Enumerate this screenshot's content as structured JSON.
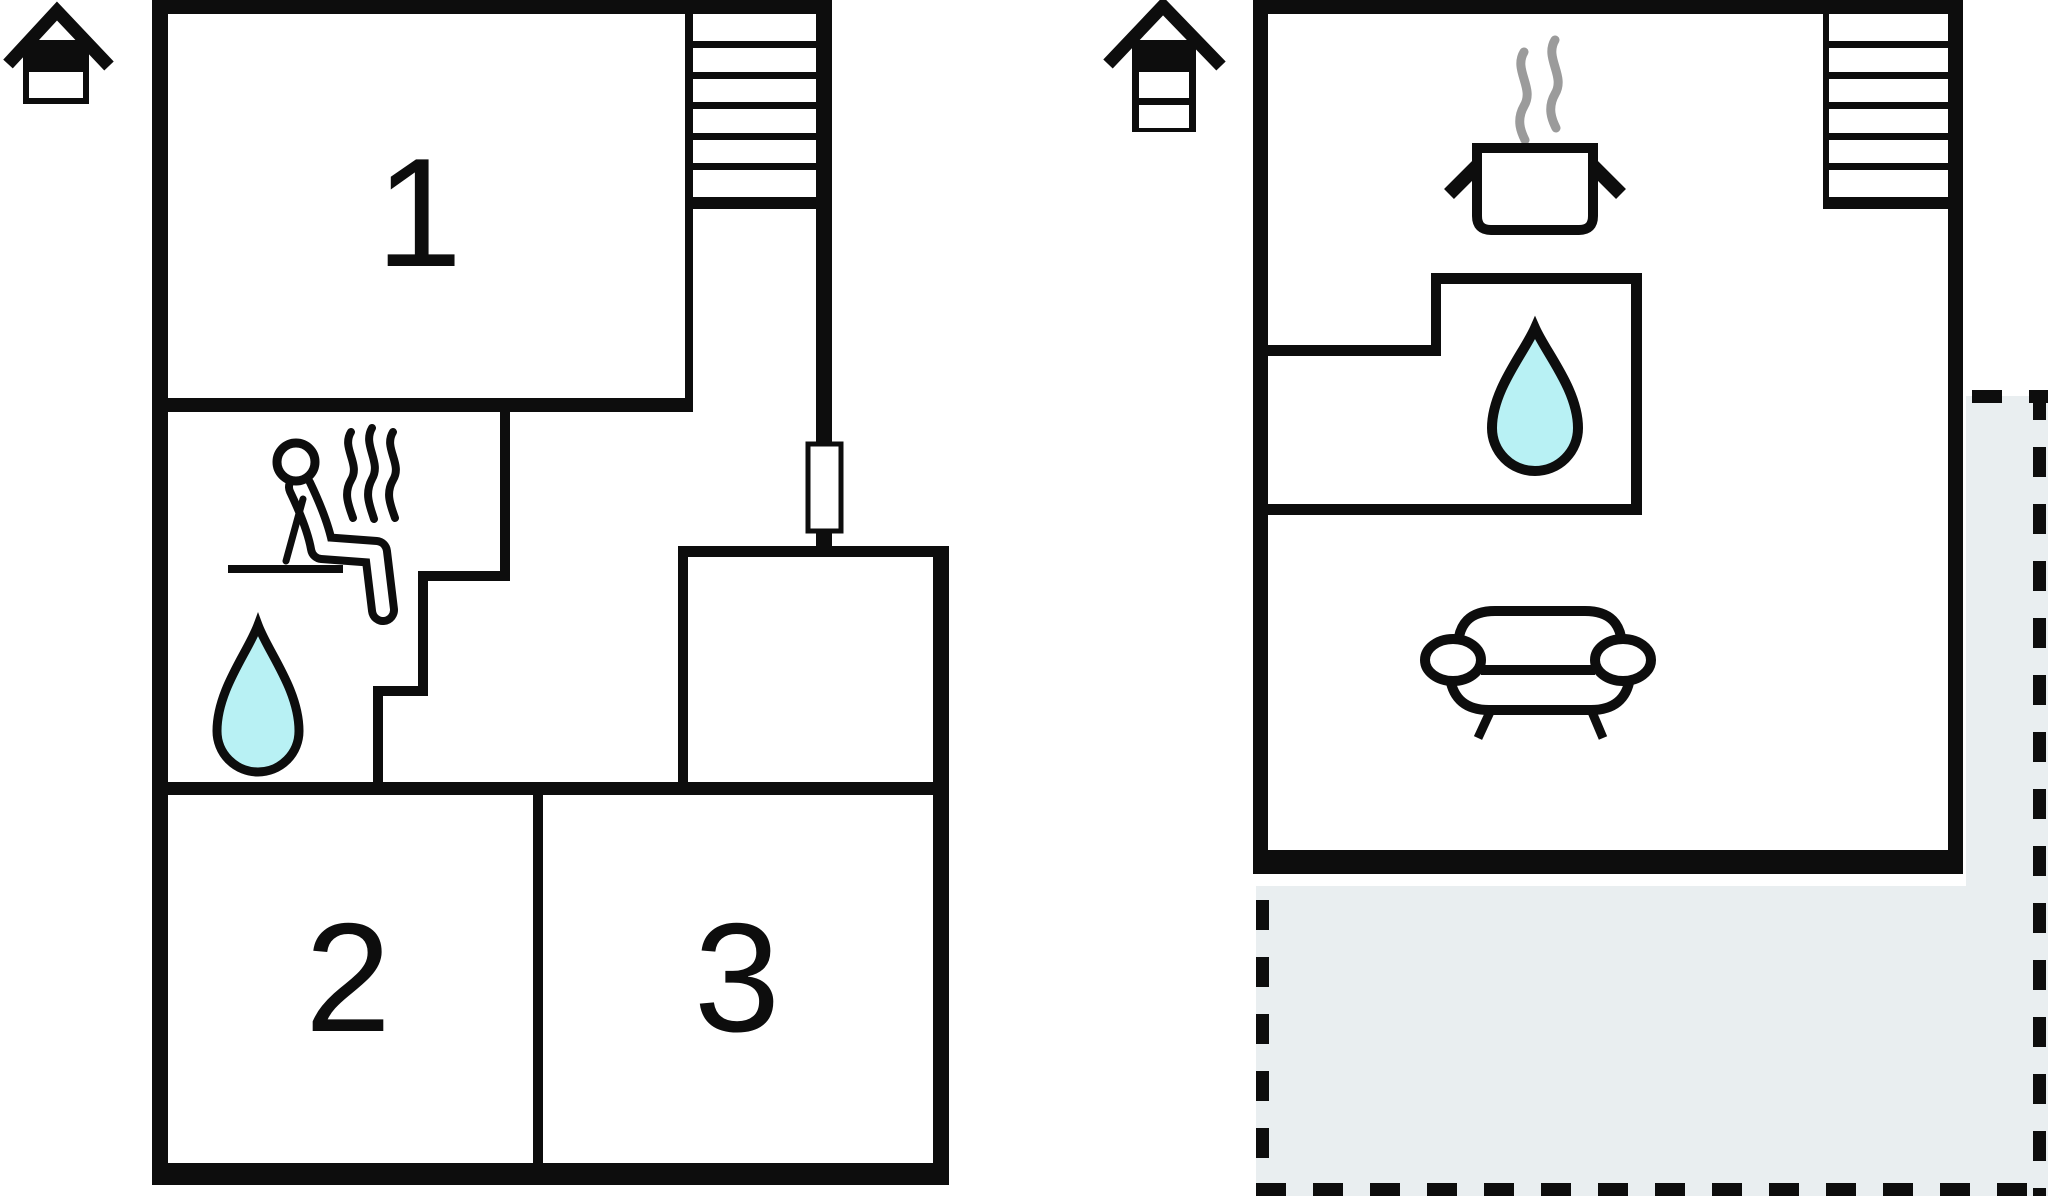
{
  "floorplan": {
    "left_plan": {
      "rooms": [
        {
          "label": "1"
        },
        {
          "label": "2"
        },
        {
          "label": "3"
        }
      ],
      "icons": [
        "house-level-icon",
        "stairs-icon",
        "sauna-icon",
        "steam-icon",
        "water-drop-icon",
        "door-marker"
      ]
    },
    "right_plan": {
      "icons": [
        "house-level-icon",
        "stairs-icon",
        "cooking-pot-icon",
        "steam-icon",
        "water-drop-icon",
        "sofa-icon",
        "terrace-area"
      ]
    },
    "colors": {
      "wall_black": "#0d0d0d",
      "water_drop_fill": "#b8f1f4",
      "terrace_fill": "#e9eef0",
      "steam_gray": "#9b9b9b",
      "background": "#ffffff"
    }
  }
}
